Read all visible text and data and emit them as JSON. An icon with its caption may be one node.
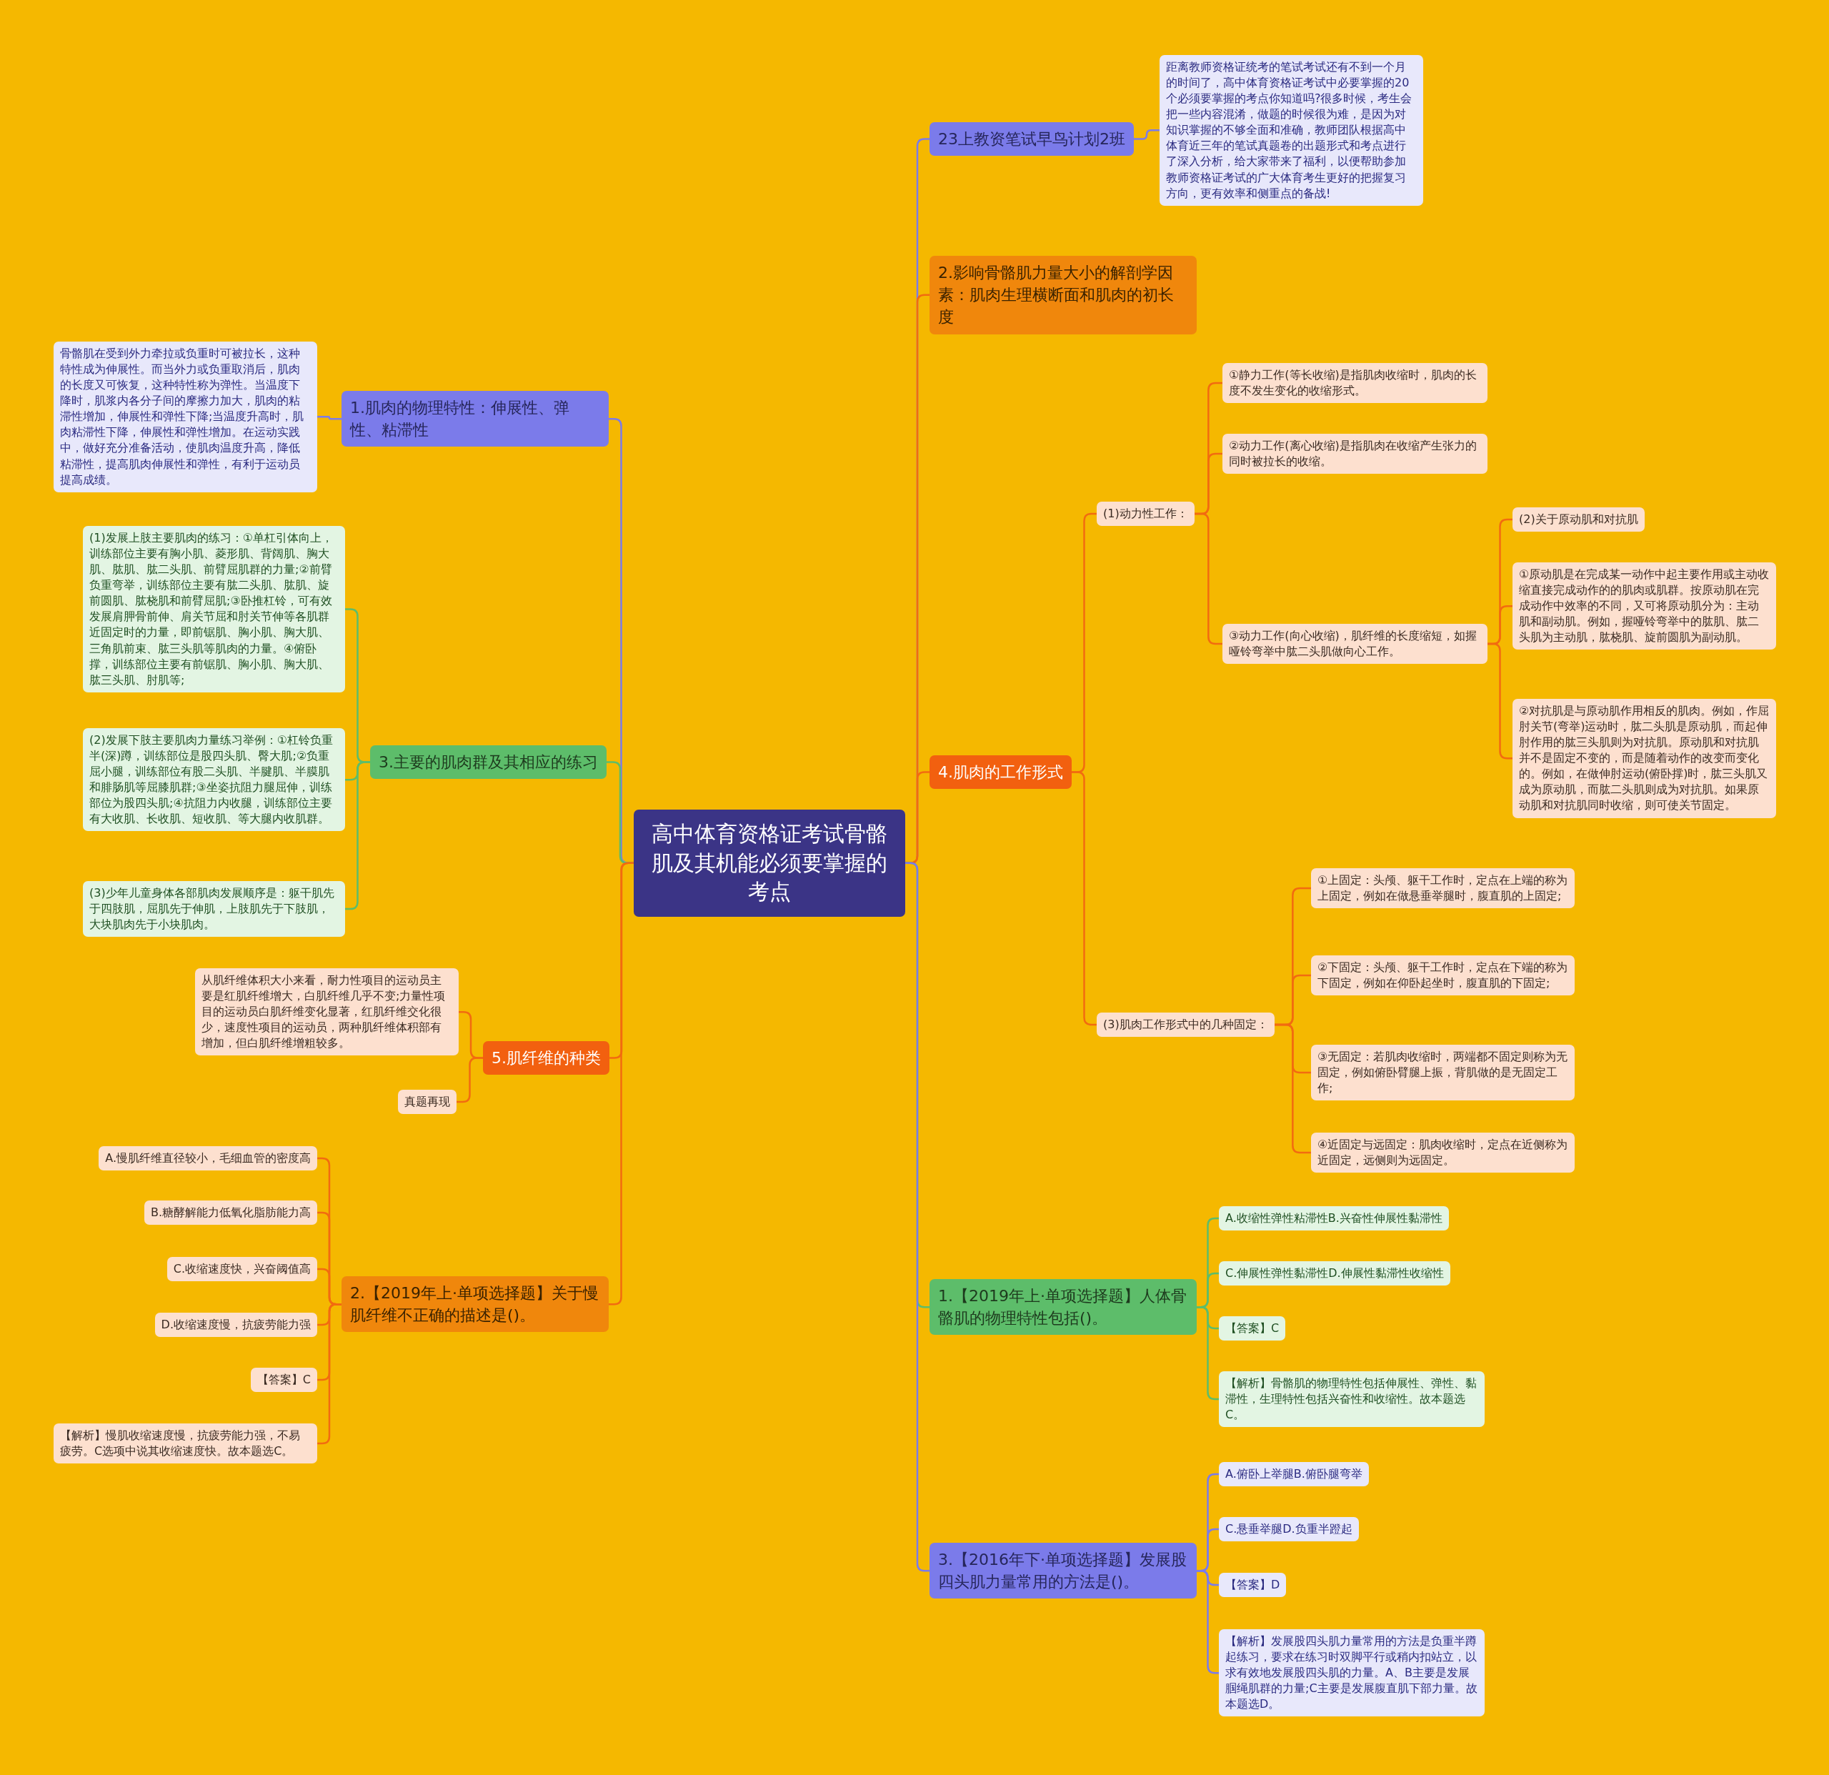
{
  "diagram": {
    "nodes": [
      {
        "text": [
          "高中体育资格证考试骨骼肌及其机能必须要掌握的考点"
        ]
      },
      {
        "text": [
          "23上教资笔试早鸟计划2班"
        ]
      },
      {
        "text": [
          "距离教师资格证统考的笔试考试还有不到一个月的时间了，高中体育资格证考试中必要掌握的20个必须要掌握的考点你知道吗?很多时候，考生会把一些内容混淆，做题的时候很为难，是因为对知识掌握的不够全面和准确，教师团队根据高中体育近三年的笔试真题卷的出题形式和考点进行了深入分析，给大家带来了福利，以便帮助参加教师资格证考试的广大体育考生更好的把握复习方向，更有效率和侧重点的备战!"
        ]
      },
      {
        "text": [
          "2.影响骨骼肌力量大小的解剖学因素：肌肉生理横断面和肌肉的初长度"
        ]
      },
      {
        "text": [
          "4.肌肉的工作形式"
        ]
      },
      {
        "text": [
          "(1)动力性工作："
        ]
      },
      {
        "text": [
          "①静力工作(等长收缩)是指肌肉收缩时，肌肉的长度不发生变化的收缩形式。"
        ]
      },
      {
        "text": [
          "②动力工作(离心收缩)是指肌肉在收缩产生张力的同时被拉长的收缩。"
        ]
      },
      {
        "text": [
          "③动力工作(向心收缩)，肌纤维的长度缩短，如握哑铃弯举中肱二头肌做向心工作。"
        ]
      },
      {
        "text": [
          "(2)关于原动肌和对抗肌"
        ]
      },
      {
        "text": [
          "①原动肌是在完成某一动作中起主要作用或主动收缩直接完成动作的的肌肉或肌群。按原动肌在完成动作中效率的不同，又可将原动肌分为：主动肌和副动肌。例如，握哑铃弯举中的肱肌、肱二头肌为主动肌，肱桡肌、旋前圆肌为副动肌。"
        ]
      },
      {
        "text": [
          "②对抗肌是与原动肌作用相反的肌肉。例如，作屈肘关节(弯举)运动时，肱二头肌是原动肌，而起伸肘作用的肱三头肌则为对抗肌。原动肌和对抗肌并不是固定不变的，而是随着动作的改变而变化的。例如，在做伸肘运动(俯卧撑)时，肱三头肌又成为原动肌，而肱二头肌则成为对抗肌。如果原动肌和对抗肌同时收缩，则可使关节固定。"
        ]
      },
      {
        "text": [
          "(3)肌肉工作形式中的几种固定："
        ]
      },
      {
        "text": [
          "①上固定：头颅、躯干工作时，定点在上端的称为上固定，例如在做悬垂举腿时，腹直肌的上固定;"
        ]
      },
      {
        "text": [
          "②下固定：头颅、躯干工作时，定点在下端的称为下固定，例如在仰卧起坐时，腹直肌的下固定;"
        ]
      },
      {
        "text": [
          "③无固定：若肌肉收缩时，两端都不固定则称为无固定，例如俯卧臂腿上振，背肌做的是无固定工作;"
        ]
      },
      {
        "text": [
          "④近固定与远固定：肌肉收缩时，定点在近侧称为近固定，远侧则为远固定。"
        ]
      },
      {
        "text": [
          "1.【2019年上·单项选择题】人体骨骼肌的物理特性包括()。"
        ]
      },
      {
        "text": [
          "A.收缩性弹性粘滞性B.兴奋性伸展性黏滞性"
        ]
      },
      {
        "text": [
          "C.伸展性弹性黏滞性D.伸展性黏滞性收缩性"
        ]
      },
      {
        "text": [
          "【答案】C"
        ]
      },
      {
        "text": [
          "【解析】骨骼肌的物理特性包括伸展性、弹性、黏滞性，生理特性包括兴奋性和收缩性。故本题选C。"
        ]
      },
      {
        "text": [
          "3.【2016年下·单项选择题】发展股四头肌力量常用的方法是()。"
        ]
      },
      {
        "text": [
          "A.俯卧上举腿B.俯卧腿弯举"
        ]
      },
      {
        "text": [
          "C.悬垂举腿D.负重半蹬起"
        ]
      },
      {
        "text": [
          "【答案】D"
        ]
      },
      {
        "text": [
          "【解析】发展股四头肌力量常用的方法是负重半蹲起练习，要求在练习时双脚平行或稍内扣站立，以求有效地发展股四头肌的力量。A、B主要是发展腘绳肌群的力量;C主要是发展腹直肌下部力量。故本题选D。"
        ]
      },
      {
        "text": [
          "1.肌肉的物理特性：伸展性、弹性、粘滞性"
        ]
      },
      {
        "text": [
          "骨骼肌在受到外力牵拉或负重时可被拉长，这种特性成为伸展性。而当外力或负重取消后，肌肉的长度又可恢复，这种特性称为弹性。当温度下降时，肌浆内各分子间的摩擦力加大，肌肉的粘滞性增加，伸展性和弹性下降;当温度升高时，肌肉粘滞性下降，伸展性和弹性增加。在运动实践中，做好充分准备活动，使肌肉温度升高，降低粘滞性，提高肌肉伸展性和弹性，有利于运动员提高成绩。"
        ]
      },
      {
        "text": [
          "3.主要的肌肉群及其相应的练习"
        ]
      },
      {
        "text": [
          "(1)发展上肢主要肌肉的练习：①单杠引体向上，训练部位主要有胸小肌、菱形肌、背阔肌、胸大肌、肱肌、肱二头肌、前臂屈肌群的力量;②前臂负重弯举，训练部位主要有肱二头肌、肱肌、旋前圆肌、肱桡肌和前臂屈肌;③卧推杠铃，可有效发展肩胛骨前伸、肩关节屈和肘关节伸等各肌群近固定时的力量，即前锯肌、胸小肌、胸大肌、三角肌前束、肱三头肌等肌肉的力量。④俯卧撑，训练部位主要有前锯肌、胸小肌、胸大肌、肱三头肌、肘肌等;"
        ]
      },
      {
        "text": [
          "(2)发展下肢主要肌肉力量练习举例：①杠铃负重半(深)蹲，训练部位是股四头肌、臀大肌;②负重屈小腿，训练部位有股二头肌、半腱肌、半膜肌和腓肠肌等屈膝肌群;③坐姿抗阻力腿屈伸，训练部位为股四头肌;④抗阻力内收腿，训练部位主要有大收肌、长收肌、短收肌、等大腿内收肌群。"
        ]
      },
      {
        "text": [
          "(3)少年儿童身体各部肌肉发展顺序是：躯干肌先于四肢肌，屈肌先于伸肌，上肢肌先于下肢肌，大块肌肉先于小块肌肉。"
        ]
      },
      {
        "text": [
          "5.肌纤维的种类"
        ]
      },
      {
        "text": [
          "从肌纤维体积大小来看，耐力性项目的运动员主要是红肌纤维增大，白肌纤维几乎不变;力量性项目的运动员白肌纤维变化显著，红肌纤维交化很少，速度性项目的运动员，两种肌纤维体积部有增加，但白肌纤维增粗较多。"
        ]
      },
      {
        "text": [
          "真题再现"
        ]
      },
      {
        "text": [
          "2.【2019年上·单项选择题】关于慢肌纤维不正确的描述是()。"
        ]
      },
      {
        "text": [
          "A.慢肌纤维直径较小，毛细血管的密度高"
        ]
      },
      {
        "text": [
          "B.糖酵解能力低氧化脂肪能力高"
        ]
      },
      {
        "text": [
          "C.收缩速度快，兴奋阈值高"
        ]
      },
      {
        "text": [
          "D.收缩速度慢，抗疲劳能力强"
        ]
      },
      {
        "text": [
          "【答案】C"
        ]
      },
      {
        "text": [
          "【解析】慢肌收缩速度慢，抗疲劳能力强，不易疲劳。C选项中说其收缩速度快。故本题选C。"
        ]
      }
    ],
    "edges": [
      {
        "from": 0,
        "to": 1,
        "arrow": "none",
        "color": "#7b7bea"
      },
      {
        "from": 0,
        "to": 3,
        "arrow": "none"
      },
      {
        "from": 0,
        "to": 4,
        "arrow": "none"
      },
      {
        "from": 0,
        "to": 17,
        "arrow": "none",
        "color": "#5dbd6a"
      },
      {
        "from": 0,
        "to": 22,
        "arrow": "none",
        "color": "#7b7bea"
      },
      {
        "from": 0,
        "to": 27,
        "arrow": "none",
        "color": "#7b7bea"
      },
      {
        "from": 0,
        "to": 29,
        "arrow": "none",
        "color": "#5dbd6a"
      },
      {
        "from": 0,
        "to": 33,
        "arrow": "none"
      },
      {
        "from": 0,
        "to": 36,
        "arrow": "none"
      },
      {
        "from": 1,
        "to": 2,
        "arrow": "none",
        "color": "#7b7bea"
      },
      {
        "from": 4,
        "to": 5,
        "arrow": "none"
      },
      {
        "from": 4,
        "to": 12,
        "arrow": "none"
      },
      {
        "from": 5,
        "to": 6,
        "arrow": "none"
      },
      {
        "from": 5,
        "to": 7,
        "arrow": "none"
      },
      {
        "from": 5,
        "to": 8,
        "arrow": "none"
      },
      {
        "from": 8,
        "to": 9,
        "arrow": "none"
      },
      {
        "from": 8,
        "to": 10,
        "arrow": "none"
      },
      {
        "from": 8,
        "to": 11,
        "arrow": "none"
      },
      {
        "from": 12,
        "to": 13,
        "arrow": "none"
      },
      {
        "from": 12,
        "to": 14,
        "arrow": "none"
      },
      {
        "from": 12,
        "to": 15,
        "arrow": "none"
      },
      {
        "from": 12,
        "to": 16,
        "arrow": "none"
      },
      {
        "from": 17,
        "to": 18,
        "arrow": "none",
        "color": "#5dbd6a"
      },
      {
        "from": 17,
        "to": 19,
        "arrow": "none",
        "color": "#5dbd6a"
      },
      {
        "from": 17,
        "to": 20,
        "arrow": "none",
        "color": "#5dbd6a"
      },
      {
        "from": 17,
        "to": 21,
        "arrow": "none",
        "color": "#5dbd6a"
      },
      {
        "from": 22,
        "to": 23,
        "arrow": "none",
        "color": "#7b7bea"
      },
      {
        "from": 22,
        "to": 24,
        "arrow": "none",
        "color": "#7b7bea"
      },
      {
        "from": 22,
        "to": 25,
        "arrow": "none",
        "color": "#7b7bea"
      },
      {
        "from": 22,
        "to": 26,
        "arrow": "none",
        "color": "#7b7bea"
      },
      {
        "from": 27,
        "to": 28,
        "arrow": "none",
        "color": "#7b7bea"
      },
      {
        "from": 29,
        "to": 30,
        "arrow": "none",
        "color": "#5dbd6a"
      },
      {
        "from": 29,
        "to": 31,
        "arrow": "none",
        "color": "#5dbd6a"
      },
      {
        "from": 29,
        "to": 32,
        "arrow": "none",
        "color": "#5dbd6a"
      },
      {
        "from": 33,
        "to": 34,
        "arrow": "none"
      },
      {
        "from": 33,
        "to": 35,
        "arrow": "none"
      },
      {
        "from": 36,
        "to": 37,
        "arrow": "none"
      },
      {
        "from": 36,
        "to": 38,
        "arrow": "none"
      },
      {
        "from": 36,
        "to": 39,
        "arrow": "none"
      },
      {
        "from": 36,
        "to": 40,
        "arrow": "none"
      },
      {
        "from": 36,
        "to": 41,
        "arrow": "none"
      },
      {
        "from": 36,
        "to": 42,
        "arrow": "none"
      }
    ]
  }
}
